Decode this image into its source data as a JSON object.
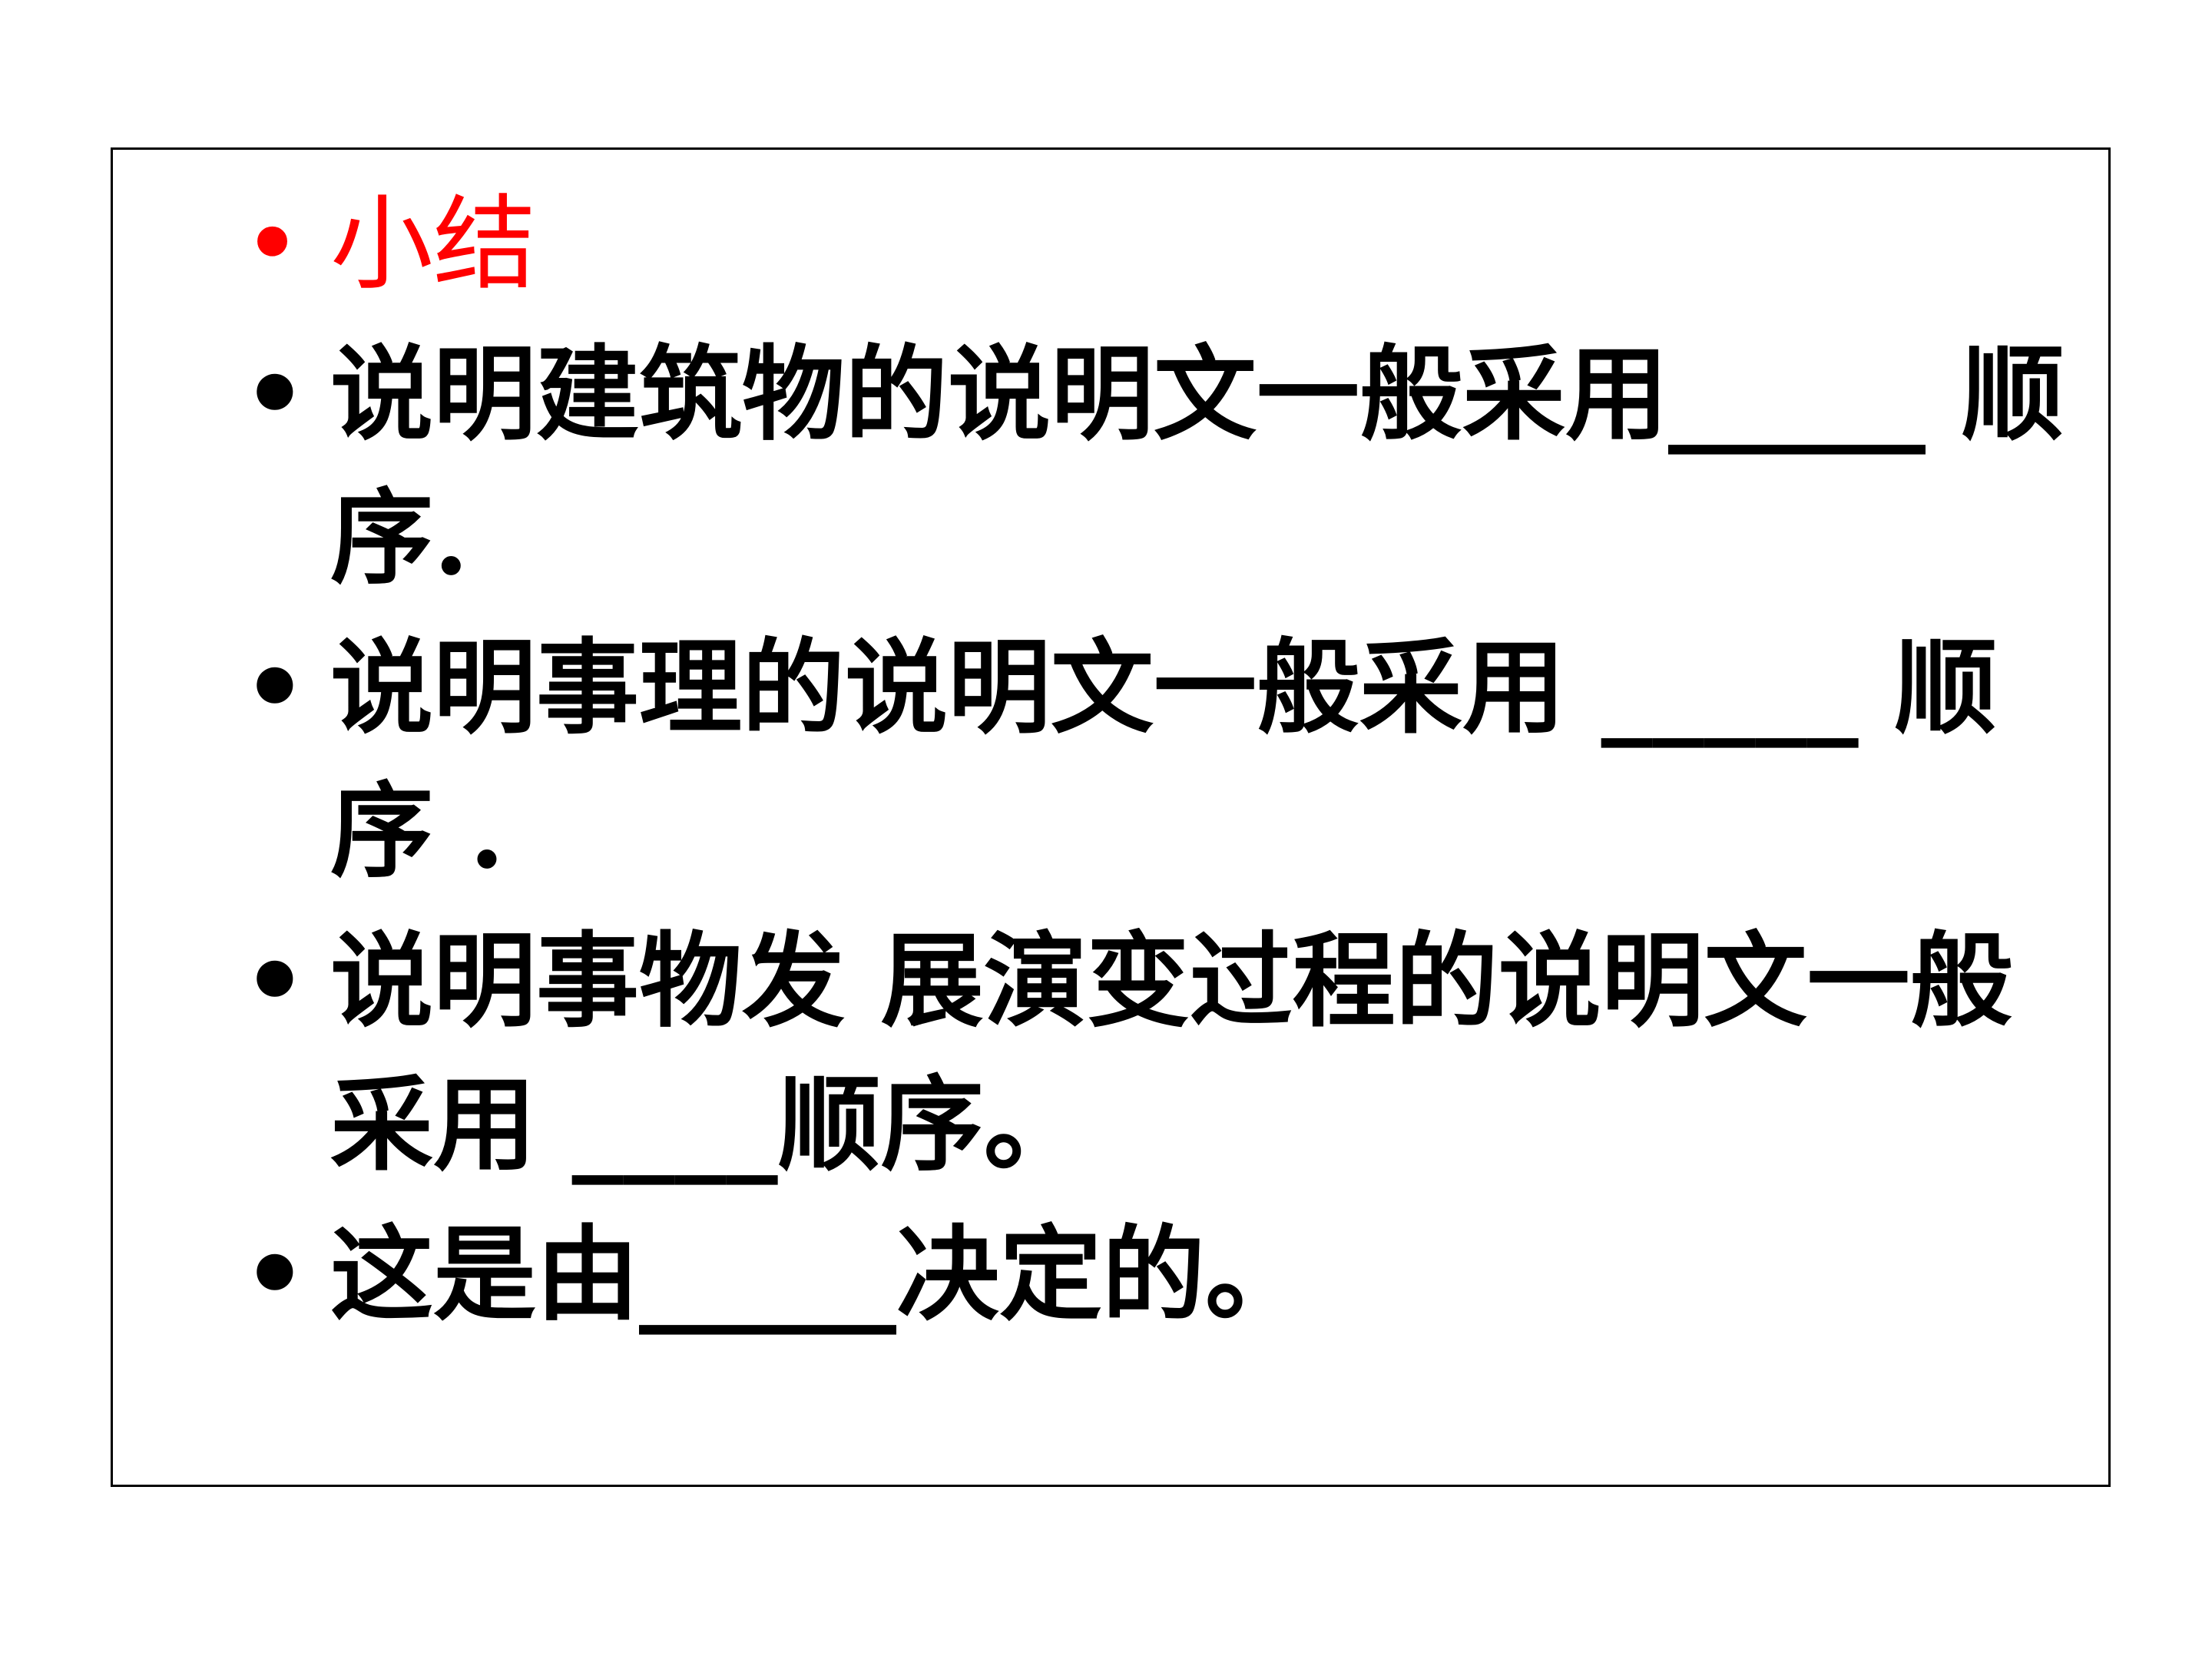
{
  "slide": {
    "accent_color": "#ff0000",
    "text_color": "#000000",
    "bullet_symbol": "•",
    "items": [
      {
        "text": "小结",
        "color": "#ff0000"
      },
      {
        "text": "说明建筑物的说明文一般采用_____ 顺序.",
        "color": "#000000"
      },
      {
        "text": "说明事理的说明文一般采用 _____ 顺序 .",
        "color": "#000000"
      },
      {
        "text": "说明事物发 展演变过程的说明文一般采用 ____顺序。",
        "color": "#000000"
      },
      {
        "text": "这是由_____决定的。",
        "color": "#000000"
      }
    ]
  }
}
